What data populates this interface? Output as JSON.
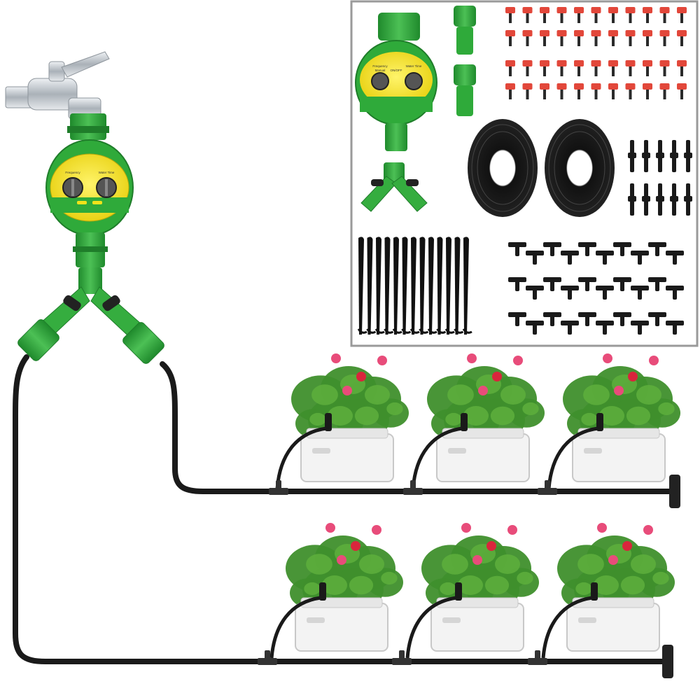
{
  "colors": {
    "timer_green": "#2faa3a",
    "timer_green_dark": "#1f7d2a",
    "timer_yellow": "#f2e21a",
    "tube_black": "#1a1a1a",
    "emitter_red": "#e2473a",
    "pot_white": "#f3f3f3",
    "rose_pink": "#e84c7a",
    "rose_red": "#d9253c",
    "foliage": "#3f8f2c",
    "metal": "#c9ced4"
  },
  "timer": {
    "dial_left_label": "Frequency",
    "dial_right_label": "Water Time"
  },
  "inset": {
    "timer_label_left": "Frequency",
    "timer_label_sub": "Manual",
    "timer_label_on": "ON/OFF",
    "timer_label_right": "Water Time"
  },
  "icons": {
    "faucet": "faucet-icon",
    "timer": "water-timer-icon",
    "y_splitter": "y-splitter-icon",
    "emitter": "drip-emitter-icon",
    "stake": "stake-icon",
    "tee": "tee-connector-icon",
    "straight": "straight-connector-icon",
    "plug": "end-plug-icon"
  },
  "pots": {
    "rows": 2,
    "per_row": 3
  }
}
